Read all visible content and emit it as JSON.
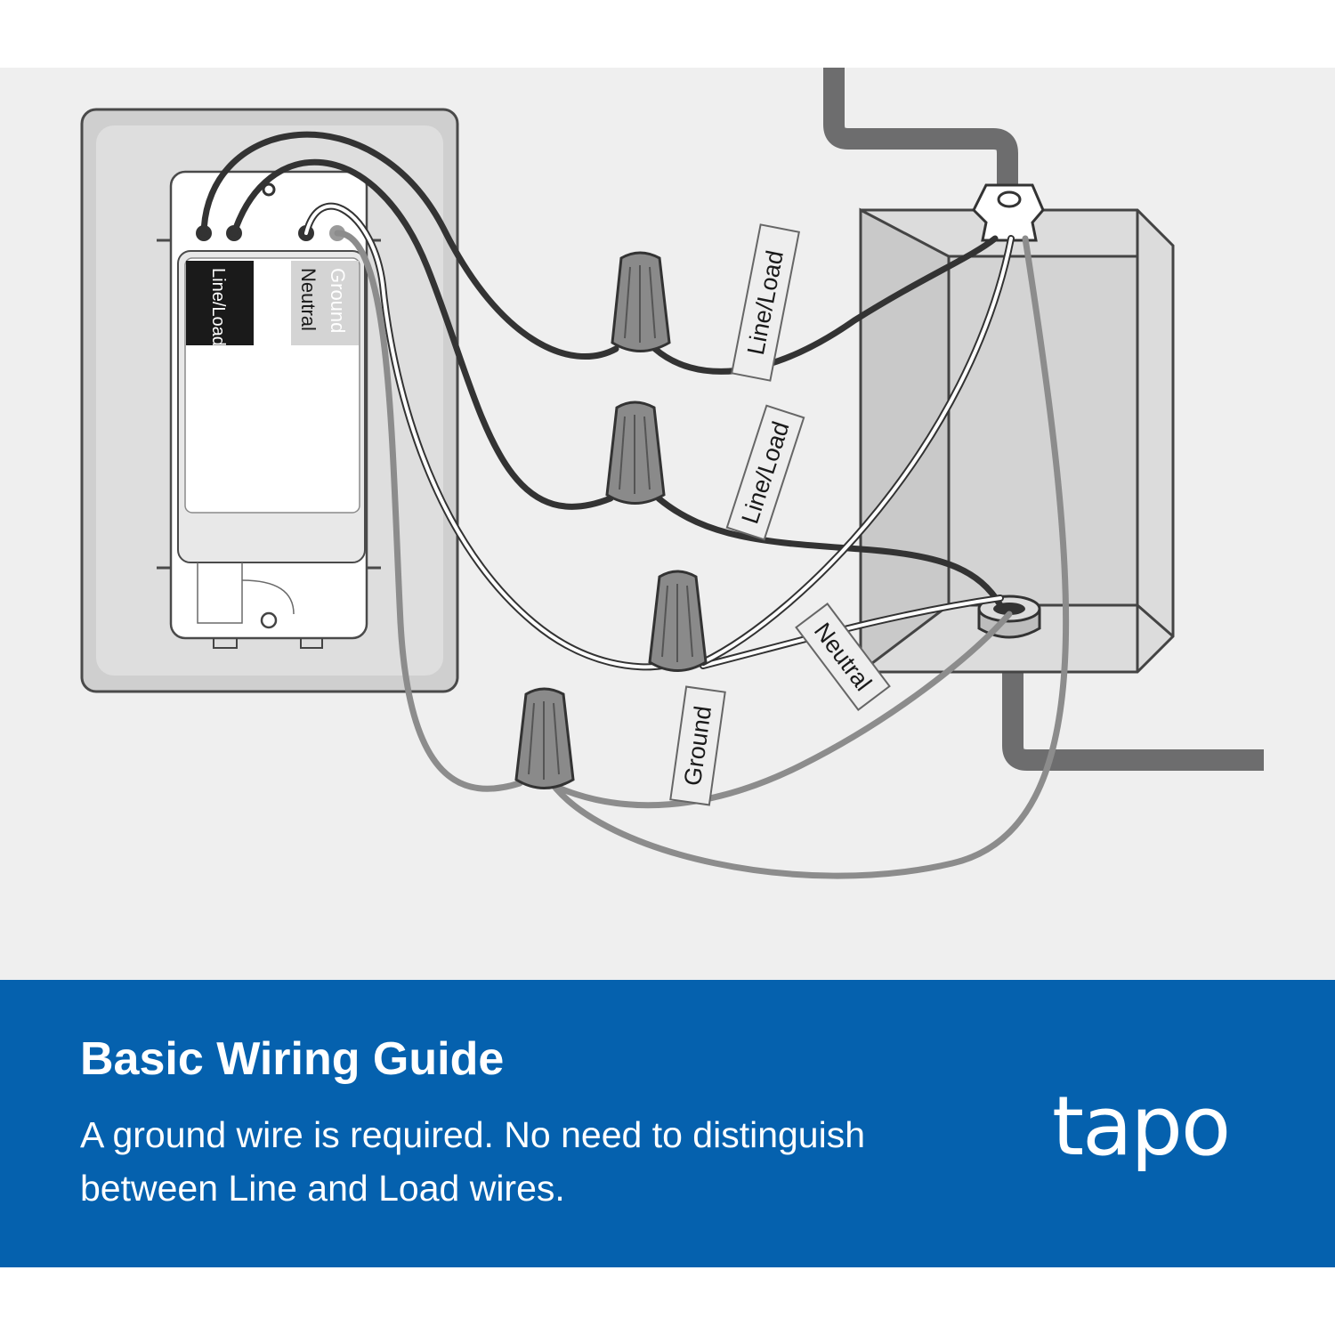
{
  "diagram": {
    "device_labels": {
      "line_load": "Line/Load",
      "neutral": "Neutral",
      "ground": "Ground"
    },
    "wire_tags": {
      "line_load_top": "Line/Load",
      "line_load_middle": "Line/Load",
      "neutral": "Neutral",
      "ground": "Ground"
    },
    "colors": {
      "background": "#efefef",
      "hot_wire": "#333333",
      "ground_wire": "#8c8c8c",
      "conduit": "#6d6d6e",
      "banner": "#0561ae"
    }
  },
  "footer": {
    "title": "Basic Wiring Guide",
    "description": "A ground wire is required. No need to distinguish between Line and Load wires.",
    "brand": "tapo"
  }
}
